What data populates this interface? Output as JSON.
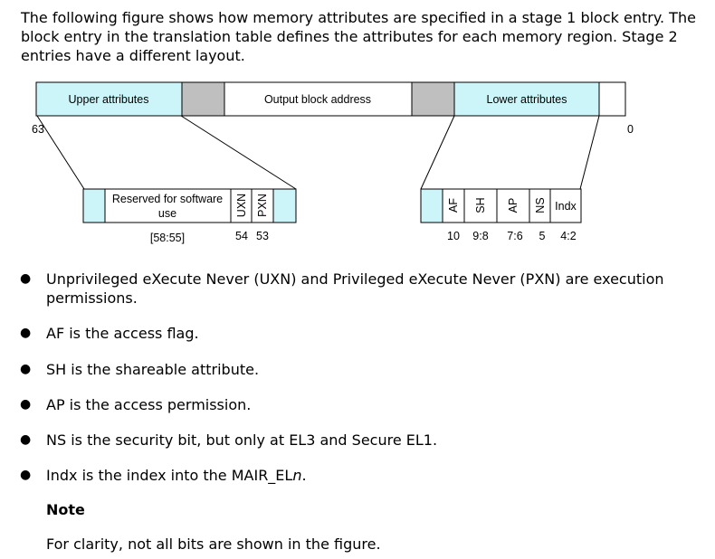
{
  "intro": "The following figure shows how memory attributes are specified in a stage 1 block entry. The block entry in the translation table defines the attributes for each memory region. Stage 2 entries have a different layout.",
  "colors": {
    "attr_fill": "#ccf5fa",
    "reserved_fill": "#bfbfbf",
    "stroke": "#000000"
  },
  "figure": {
    "upper_attributes": "Upper attributes",
    "output_block_address": "Output block address",
    "lower_attributes": "Lower attributes",
    "bit_63": "63",
    "bit_0": "0",
    "upper_detail": {
      "reserved_line1": "Reserved for software",
      "reserved_line2": "use",
      "uxn": "UXN",
      "pxn": "PXN",
      "range": "[58:55]",
      "bit_54": "54",
      "bit_53": "53"
    },
    "lower_detail": {
      "af": "AF",
      "sh": "SH",
      "ap": "AP",
      "ns": "NS",
      "indx": "Indx",
      "bit_af": "10",
      "bit_sh": "9:8",
      "bit_ap": "7:6",
      "bit_ns": "5",
      "bit_indx": "4:2"
    }
  },
  "bullets": [
    {
      "line1": "Unprivileged eXecute Never (UXN) and Privileged eXecute Never (PXN) are execution",
      "line2": "permissions."
    },
    {
      "line1": "AF is the access flag."
    },
    {
      "line1": "SH is the shareable attribute."
    },
    {
      "line1": "AP is the access permission."
    },
    {
      "line1": "NS is the security bit, but only at EL3 and Secure EL1."
    },
    {
      "line1": "Indx is the index into the MAIR_EL",
      "italic": "n",
      "end": "."
    }
  ],
  "note": {
    "heading": "Note",
    "text": "For clarity, not all bits are shown in the figure."
  }
}
